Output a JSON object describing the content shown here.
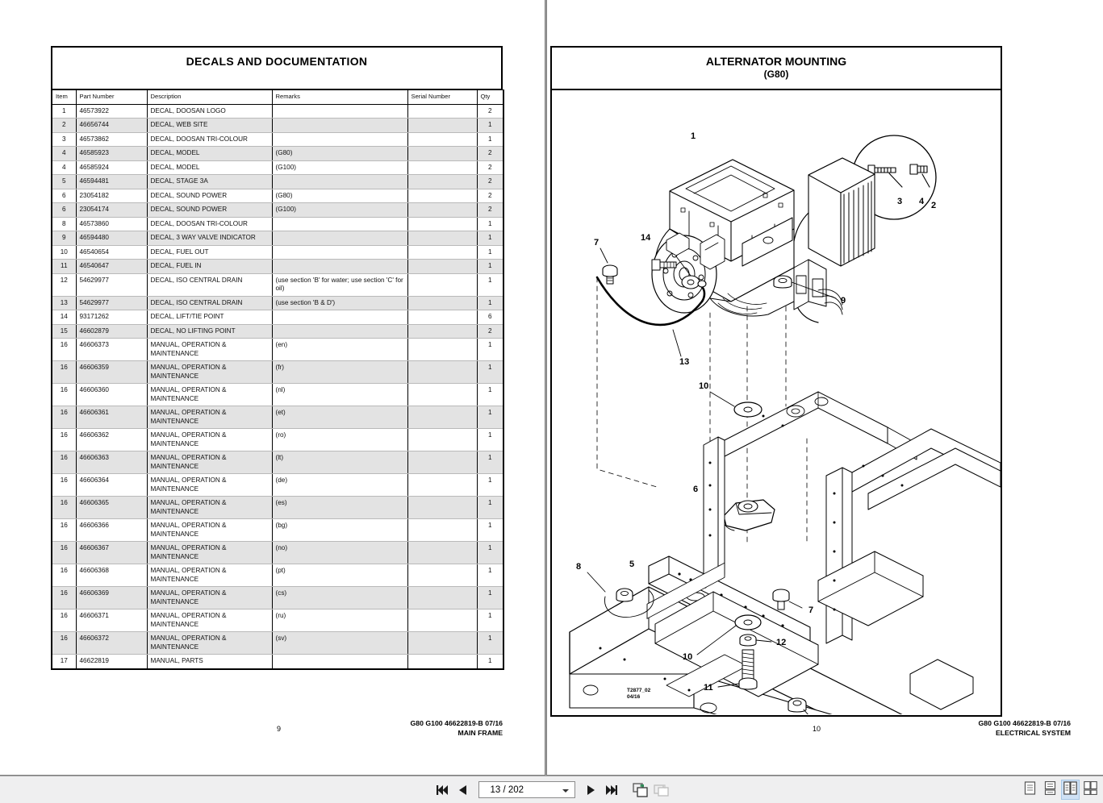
{
  "viewer": {
    "nav": {
      "first_label": "First page",
      "prev_label": "Previous page",
      "next_label": "Next page",
      "last_label": "Last page",
      "page_value": "13 / 202",
      "current_page": "13",
      "total_pages": "202",
      "extract_label": "Extract page",
      "copy_label": "Copy page"
    },
    "view_modes": [
      {
        "name": "single-page-view",
        "label": "Single page",
        "active": false
      },
      {
        "name": "continuous-page-view",
        "label": "Continuous",
        "active": false
      },
      {
        "name": "two-page-view",
        "label": "Two page",
        "active": true
      },
      {
        "name": "continuous-facing-view",
        "label": "Continuous facing",
        "active": false
      }
    ],
    "icons": {
      "first": "skip-back-icon",
      "prev": "triangle-left-icon",
      "next": "triangle-right-icon",
      "last": "skip-forward-icon",
      "extract": "extract-page-icon",
      "copy": "copy-page-icon"
    }
  },
  "left_page": {
    "title": "DECALS AND DOCUMENTATION",
    "columns": [
      "Item",
      "Part Number",
      "Description",
      "Remarks",
      "Serial Number",
      "Qty"
    ],
    "rows": [
      {
        "item": "1",
        "part": "46573922",
        "desc": "DECAL, DOOSAN LOGO",
        "remarks": "",
        "serial": "",
        "qty": "2"
      },
      {
        "item": "2",
        "part": "46656744",
        "desc": "DECAL, WEB SITE",
        "remarks": "",
        "serial": "",
        "qty": "1"
      },
      {
        "item": "3",
        "part": "46573862",
        "desc": "DECAL, DOOSAN TRI-COLOUR",
        "remarks": "",
        "serial": "",
        "qty": "1"
      },
      {
        "item": "4",
        "part": "46585923",
        "desc": "DECAL, MODEL",
        "remarks": "(G80)",
        "serial": "",
        "qty": "2"
      },
      {
        "item": "4",
        "part": "46585924",
        "desc": "DECAL, MODEL",
        "remarks": "(G100)",
        "serial": "",
        "qty": "2"
      },
      {
        "item": "5",
        "part": "46594481",
        "desc": "DECAL, STAGE 3A",
        "remarks": "",
        "serial": "",
        "qty": "2"
      },
      {
        "item": "6",
        "part": "23054182",
        "desc": "DECAL, SOUND POWER",
        "remarks": "(G80)",
        "serial": "",
        "qty": "2"
      },
      {
        "item": "6",
        "part": "23054174",
        "desc": "DECAL, SOUND POWER",
        "remarks": "(G100)",
        "serial": "",
        "qty": "2"
      },
      {
        "item": "8",
        "part": "46573860",
        "desc": "DECAL, DOOSAN TRI-COLOUR",
        "remarks": "",
        "serial": "",
        "qty": "1"
      },
      {
        "item": "9",
        "part": "46594480",
        "desc": "DECAL, 3 WAY VALVE INDICATOR",
        "remarks": "",
        "serial": "",
        "qty": "1"
      },
      {
        "item": "10",
        "part": "46540654",
        "desc": "DECAL, FUEL OUT",
        "remarks": "",
        "serial": "",
        "qty": "1"
      },
      {
        "item": "11",
        "part": "46540647",
        "desc": "DECAL, FUEL IN",
        "remarks": "",
        "serial": "",
        "qty": "1"
      },
      {
        "item": "12",
        "part": "54629977",
        "desc": "DECAL, ISO CENTRAL DRAIN",
        "remarks": "(use section 'B' for water; use section 'C' for oil)",
        "serial": "",
        "qty": "1"
      },
      {
        "item": "13",
        "part": "54629977",
        "desc": "DECAL, ISO CENTRAL DRAIN",
        "remarks": "(use section 'B & D')",
        "serial": "",
        "qty": "1"
      },
      {
        "item": "14",
        "part": "93171262",
        "desc": "DECAL, LIFT/TIE POINT",
        "remarks": "",
        "serial": "",
        "qty": "6"
      },
      {
        "item": "15",
        "part": "46602879",
        "desc": "DECAL, NO LIFTING POINT",
        "remarks": "",
        "serial": "",
        "qty": "2"
      },
      {
        "item": "16",
        "part": "46606373",
        "desc": "MANUAL, OPERATION & MAINTENANCE",
        "remarks": "(en)",
        "serial": "",
        "qty": "1"
      },
      {
        "item": "16",
        "part": "46606359",
        "desc": "MANUAL, OPERATION & MAINTENANCE",
        "remarks": "(fr)",
        "serial": "",
        "qty": "1"
      },
      {
        "item": "16",
        "part": "46606360",
        "desc": "MANUAL, OPERATION & MAINTENANCE",
        "remarks": "(nl)",
        "serial": "",
        "qty": "1"
      },
      {
        "item": "16",
        "part": "46606361",
        "desc": "MANUAL, OPERATION & MAINTENANCE",
        "remarks": "(et)",
        "serial": "",
        "qty": "1"
      },
      {
        "item": "16",
        "part": "46606362",
        "desc": "MANUAL, OPERATION & MAINTENANCE",
        "remarks": "(ro)",
        "serial": "",
        "qty": "1"
      },
      {
        "item": "16",
        "part": "46606363",
        "desc": "MANUAL, OPERATION & MAINTENANCE",
        "remarks": "(lt)",
        "serial": "",
        "qty": "1"
      },
      {
        "item": "16",
        "part": "46606364",
        "desc": "MANUAL, OPERATION & MAINTENANCE",
        "remarks": "(de)",
        "serial": "",
        "qty": "1"
      },
      {
        "item": "16",
        "part": "46606365",
        "desc": "MANUAL, OPERATION & MAINTENANCE",
        "remarks": "(es)",
        "serial": "",
        "qty": "1"
      },
      {
        "item": "16",
        "part": "46606366",
        "desc": "MANUAL, OPERATION & MAINTENANCE",
        "remarks": "(bg)",
        "serial": "",
        "qty": "1"
      },
      {
        "item": "16",
        "part": "46606367",
        "desc": "MANUAL, OPERATION & MAINTENANCE",
        "remarks": "(no)",
        "serial": "",
        "qty": "1"
      },
      {
        "item": "16",
        "part": "46606368",
        "desc": "MANUAL, OPERATION & MAINTENANCE",
        "remarks": "(pt)",
        "serial": "",
        "qty": "1"
      },
      {
        "item": "16",
        "part": "46606369",
        "desc": "MANUAL, OPERATION & MAINTENANCE",
        "remarks": "(cs)",
        "serial": "",
        "qty": "1"
      },
      {
        "item": "16",
        "part": "46606371",
        "desc": "MANUAL, OPERATION & MAINTENANCE",
        "remarks": "(ru)",
        "serial": "",
        "qty": "1"
      },
      {
        "item": "16",
        "part": "46606372",
        "desc": "MANUAL, OPERATION & MAINTENANCE",
        "remarks": "(sv)",
        "serial": "",
        "qty": "1"
      },
      {
        "item": "17",
        "part": "46622819",
        "desc": "MANUAL, PARTS",
        "remarks": "",
        "serial": "",
        "qty": "1"
      }
    ],
    "footer": {
      "page_number": "9",
      "doc_ref": "G80  G100  46622819-B  07/16",
      "section": "MAIN FRAME"
    }
  },
  "right_page": {
    "title": "ALTERNATOR MOUNTING",
    "subtitle": "(G80)",
    "drawing_code": "T2877_02",
    "drawing_date": "04/16",
    "callouts": [
      "1",
      "2",
      "3",
      "4",
      "5",
      "6",
      "7",
      "8",
      "9",
      "10",
      "11",
      "12",
      "13",
      "14"
    ],
    "footer": {
      "page_number": "10",
      "doc_ref": "G80  G100  46622819-B  07/16",
      "section": "ELECTRICAL SYSTEM"
    }
  }
}
